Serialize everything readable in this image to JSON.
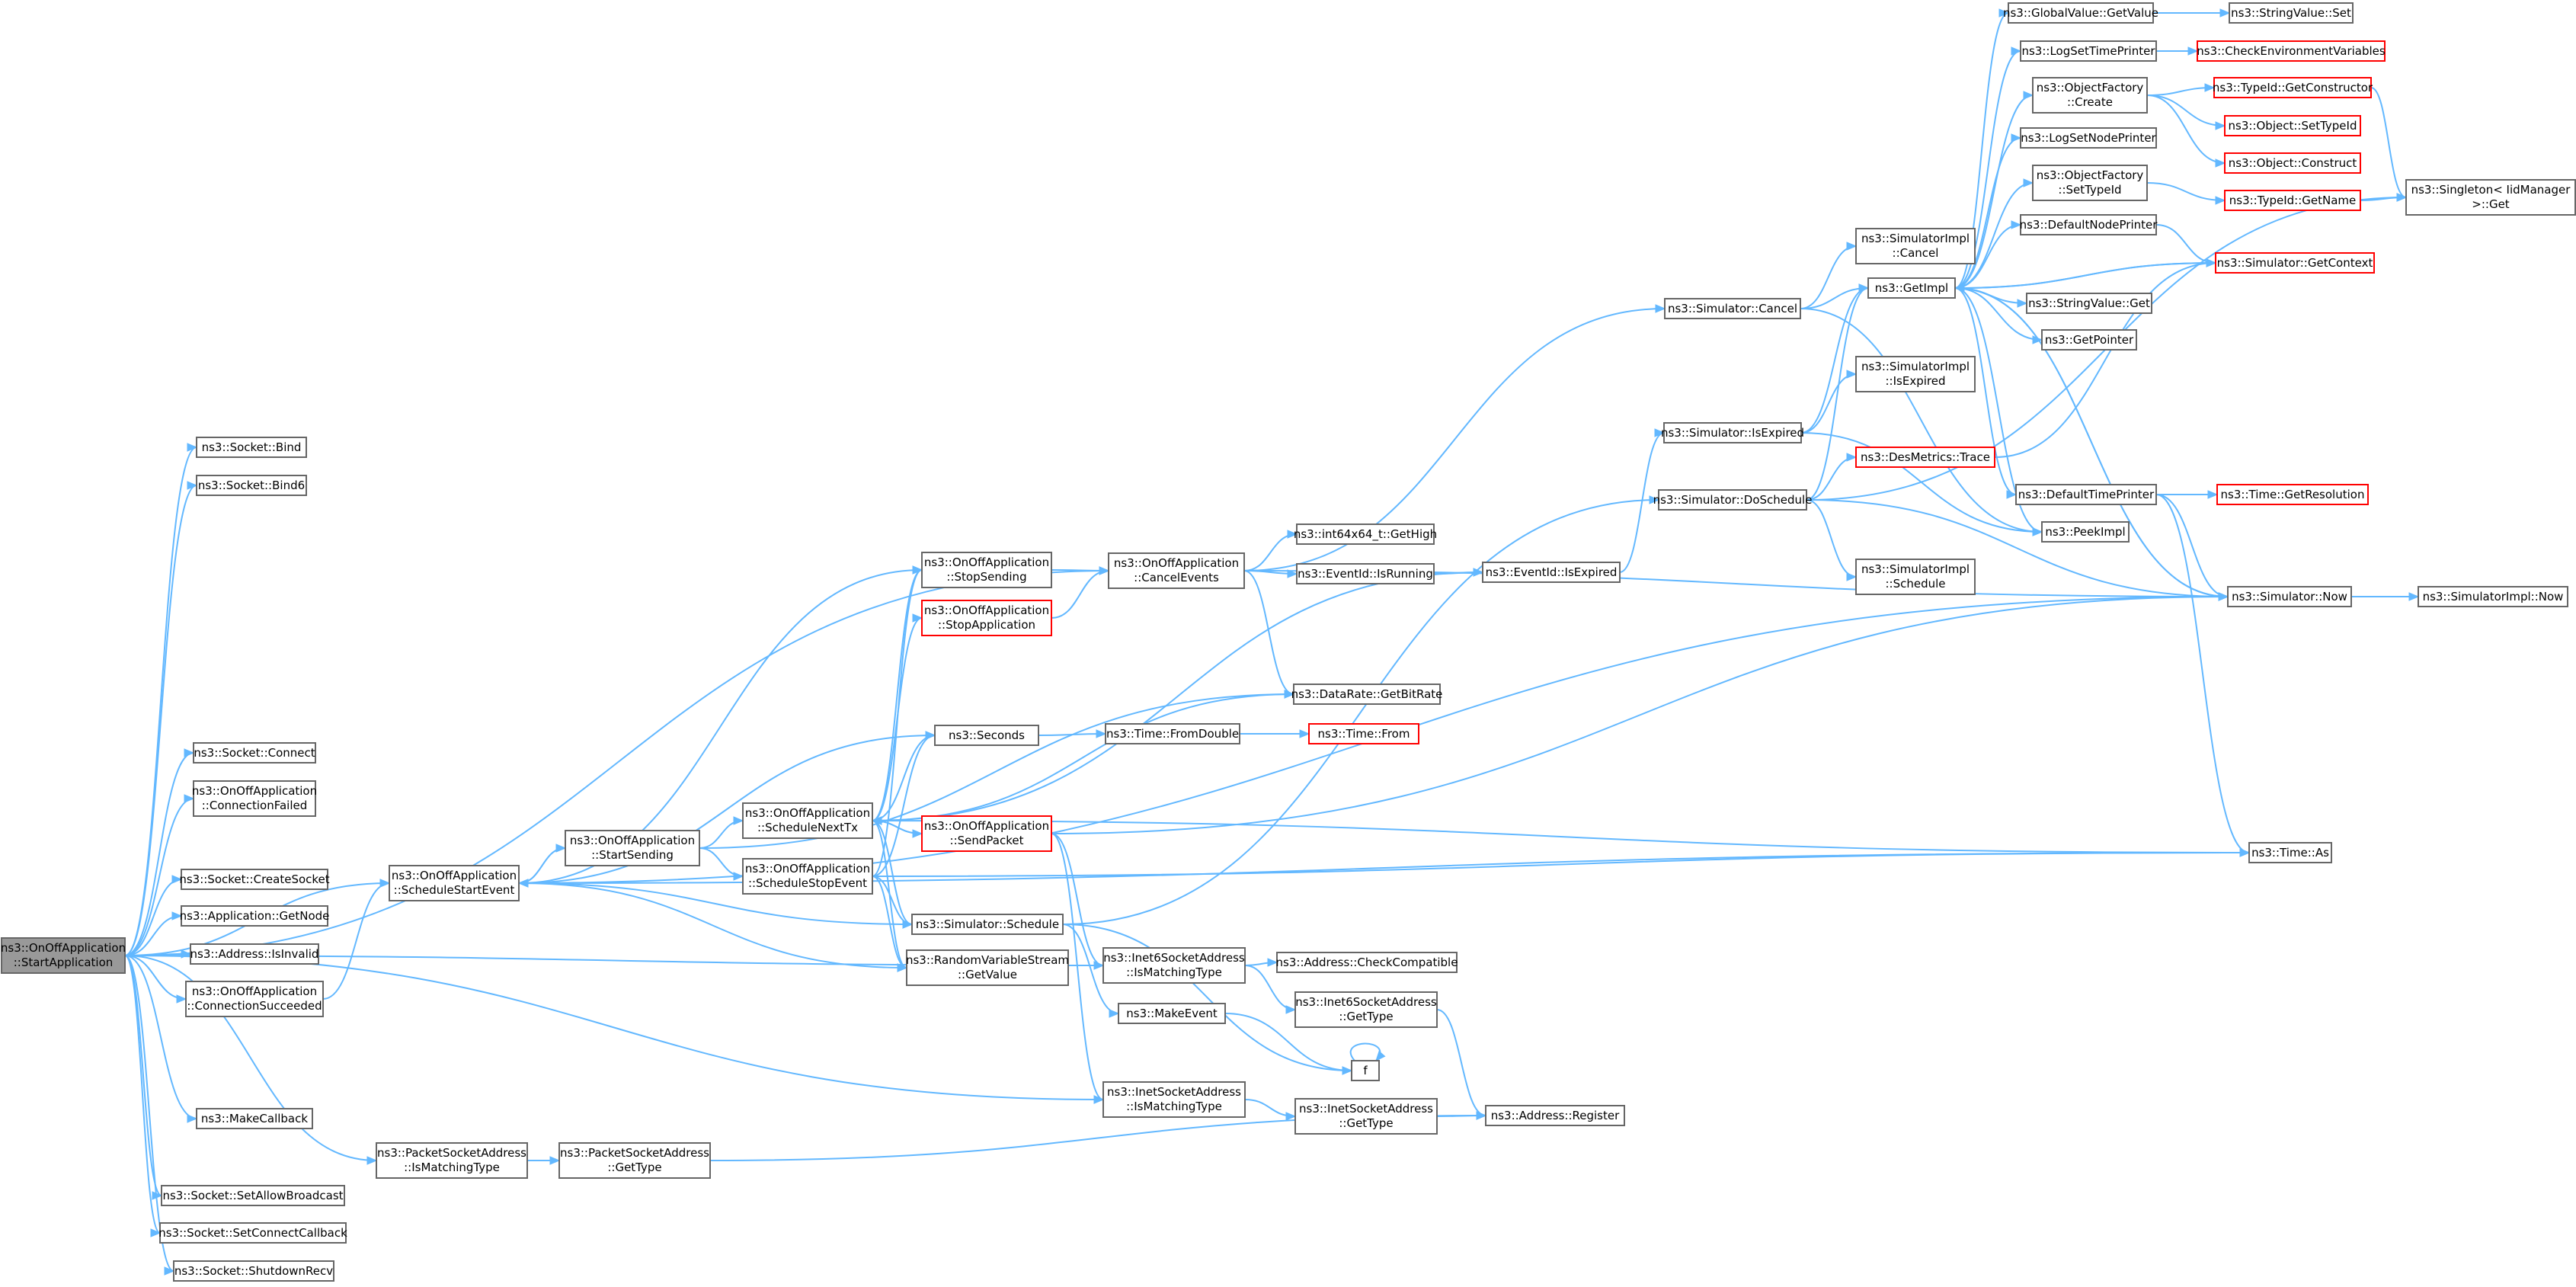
{
  "colors": {
    "edge": "#63b8ff",
    "root_fill": "#999999",
    "red_border": "#ff0000",
    "border": "#666666"
  },
  "nodes": [
    {
      "id": "start",
      "lines": [
        "ns3::OnOffApplication",
        "::StartApplication"
      ],
      "root": true
    },
    {
      "id": "bind",
      "lines": [
        "ns3::Socket::Bind"
      ]
    },
    {
      "id": "bind6",
      "lines": [
        "ns3::Socket::Bind6"
      ]
    },
    {
      "id": "connect",
      "lines": [
        "ns3::Socket::Connect"
      ]
    },
    {
      "id": "connfailed",
      "lines": [
        "ns3::OnOffApplication",
        "::ConnectionFailed"
      ]
    },
    {
      "id": "createsock",
      "lines": [
        "ns3::Socket::CreateSocket"
      ]
    },
    {
      "id": "getnode",
      "lines": [
        "ns3::Application::GetNode"
      ]
    },
    {
      "id": "isinvalid",
      "lines": [
        "ns3::Address::IsInvalid"
      ]
    },
    {
      "id": "connsucc",
      "lines": [
        "ns3::OnOffApplication",
        "::ConnectionSucceeded"
      ]
    },
    {
      "id": "makecb",
      "lines": [
        "ns3::MakeCallback"
      ]
    },
    {
      "id": "setbcast",
      "lines": [
        "ns3::Socket::SetAllowBroadcast"
      ]
    },
    {
      "id": "setconncb",
      "lines": [
        "ns3::Socket::SetConnectCallback"
      ]
    },
    {
      "id": "shutrecv",
      "lines": [
        "ns3::Socket::ShutdownRecv"
      ]
    },
    {
      "id": "schedstart",
      "lines": [
        "ns3::OnOffApplication",
        "::ScheduleStartEvent"
      ]
    },
    {
      "id": "pktmatch",
      "lines": [
        "ns3::PacketSocketAddress",
        "::IsMatchingType"
      ]
    },
    {
      "id": "pktgettype",
      "lines": [
        "ns3::PacketSocketAddress",
        "::GetType"
      ]
    },
    {
      "id": "startsend",
      "lines": [
        "ns3::OnOffApplication",
        "::StartSending"
      ]
    },
    {
      "id": "stopsend",
      "lines": [
        "ns3::OnOffApplication",
        "::StopSending"
      ]
    },
    {
      "id": "stopapp",
      "lines": [
        "ns3::OnOffApplication",
        "::StopApplication"
      ],
      "red": true
    },
    {
      "id": "seconds",
      "lines": [
        "ns3::Seconds"
      ]
    },
    {
      "id": "schednext",
      "lines": [
        "ns3::OnOffApplication",
        "::ScheduleNextTx"
      ]
    },
    {
      "id": "schedstop",
      "lines": [
        "ns3::OnOffApplication",
        "::ScheduleStopEvent"
      ]
    },
    {
      "id": "sendpkt",
      "lines": [
        "ns3::OnOffApplication",
        "::SendPacket"
      ],
      "red": true
    },
    {
      "id": "simsched",
      "lines": [
        "ns3::Simulator::Schedule"
      ]
    },
    {
      "id": "rvs",
      "lines": [
        "ns3::RandomVariableStream",
        "::GetValue"
      ]
    },
    {
      "id": "cancelev",
      "lines": [
        "ns3::OnOffApplication",
        "::CancelEvents"
      ]
    },
    {
      "id": "getbitrate",
      "lines": [
        "ns3::DataRate::GetBitRate"
      ]
    },
    {
      "id": "fromdouble",
      "lines": [
        "ns3::Time::FromDouble"
      ]
    },
    {
      "id": "timefrom",
      "lines": [
        "ns3::Time::From"
      ],
      "red": true
    },
    {
      "id": "gethigh",
      "lines": [
        "ns3::int64x64_t::GetHigh"
      ]
    },
    {
      "id": "isrunning",
      "lines": [
        "ns3::EventId::IsRunning"
      ]
    },
    {
      "id": "evexpired",
      "lines": [
        "ns3::EventId::IsExpired"
      ]
    },
    {
      "id": "i6match",
      "lines": [
        "ns3::Inet6SocketAddress",
        "::IsMatchingType"
      ]
    },
    {
      "id": "checkcompat",
      "lines": [
        "ns3::Address::CheckCompatible"
      ]
    },
    {
      "id": "i6gettype",
      "lines": [
        "ns3::Inet6SocketAddress",
        "::GetType"
      ]
    },
    {
      "id": "makeevent",
      "lines": [
        "ns3::MakeEvent"
      ]
    },
    {
      "id": "f",
      "lines": [
        "f"
      ]
    },
    {
      "id": "i4match",
      "lines": [
        "ns3::InetSocketAddress",
        "::IsMatchingType"
      ]
    },
    {
      "id": "i4gettype",
      "lines": [
        "ns3::InetSocketAddress",
        "::GetType"
      ]
    },
    {
      "id": "register",
      "lines": [
        "ns3::Address::Register"
      ]
    },
    {
      "id": "simcancel",
      "lines": [
        "ns3::Simulator::Cancel"
      ]
    },
    {
      "id": "simisexp",
      "lines": [
        "ns3::Simulator::IsExpired"
      ]
    },
    {
      "id": "dosched",
      "lines": [
        "ns3::Simulator::DoSchedule"
      ]
    },
    {
      "id": "simimplcancel",
      "lines": [
        "ns3::SimulatorImpl",
        "::Cancel"
      ]
    },
    {
      "id": "simimplisexp",
      "lines": [
        "ns3::SimulatorImpl",
        "::IsExpired"
      ]
    },
    {
      "id": "desmetrics",
      "lines": [
        "ns3::DesMetrics::Trace"
      ],
      "red": true
    },
    {
      "id": "simimplsched",
      "lines": [
        "ns3::SimulatorImpl",
        "::Schedule"
      ]
    },
    {
      "id": "getimpl",
      "lines": [
        "ns3::GetImpl"
      ]
    },
    {
      "id": "peekimpl",
      "lines": [
        "ns3::PeekImpl"
      ]
    },
    {
      "id": "gvget",
      "lines": [
        "ns3::GlobalValue::GetValue"
      ]
    },
    {
      "id": "svset",
      "lines": [
        "ns3::StringValue::Set"
      ]
    },
    {
      "id": "logsettime",
      "lines": [
        "ns3::LogSetTimePrinter"
      ]
    },
    {
      "id": "checkenv",
      "lines": [
        "ns3::CheckEnvironmentVariables"
      ],
      "red": true
    },
    {
      "id": "ofcreate",
      "lines": [
        "ns3::ObjectFactory",
        "::Create"
      ]
    },
    {
      "id": "getctor",
      "lines": [
        "ns3::TypeId::GetConstructor"
      ],
      "red": true
    },
    {
      "id": "objsettid",
      "lines": [
        "ns3::Object::SetTypeId"
      ],
      "red": true
    },
    {
      "id": "objconstruct",
      "lines": [
        "ns3::Object::Construct"
      ],
      "red": true
    },
    {
      "id": "logsetnode",
      "lines": [
        "ns3::LogSetNodePrinter"
      ]
    },
    {
      "id": "ofsettid",
      "lines": [
        "ns3::ObjectFactory",
        "::SetTypeId"
      ]
    },
    {
      "id": "tidgetname",
      "lines": [
        "ns3::TypeId::GetName"
      ],
      "red": true
    },
    {
      "id": "singleton",
      "lines": [
        "ns3::Singleton< IidManager",
        ">::Get"
      ]
    },
    {
      "id": "defnodeprinter",
      "lines": [
        "ns3::DefaultNodePrinter"
      ]
    },
    {
      "id": "getcontext",
      "lines": [
        "ns3::Simulator::GetContext"
      ],
      "red": true
    },
    {
      "id": "svget",
      "lines": [
        "ns3::StringValue::Get"
      ]
    },
    {
      "id": "getpointer",
      "lines": [
        "ns3::GetPointer"
      ]
    },
    {
      "id": "deftimeprinter",
      "lines": [
        "ns3::DefaultTimePrinter"
      ]
    },
    {
      "id": "getres",
      "lines": [
        "ns3::Time::GetResolution"
      ],
      "red": true
    },
    {
      "id": "simnow",
      "lines": [
        "ns3::Simulator::Now"
      ]
    },
    {
      "id": "simimplnow",
      "lines": [
        "ns3::SimulatorImpl::Now"
      ]
    },
    {
      "id": "timeas",
      "lines": [
        "ns3::Time::As"
      ]
    }
  ],
  "edges": [
    [
      "start",
      "bind"
    ],
    [
      "start",
      "bind6"
    ],
    [
      "start",
      "cancelev"
    ],
    [
      "start",
      "connect"
    ],
    [
      "start",
      "connfailed"
    ],
    [
      "start",
      "schedstart"
    ],
    [
      "start",
      "createsock"
    ],
    [
      "start",
      "getnode"
    ],
    [
      "start",
      "isinvalid"
    ],
    [
      "start",
      "connsucc"
    ],
    [
      "start",
      "i6match"
    ],
    [
      "start",
      "i4match"
    ],
    [
      "start",
      "makecb"
    ],
    [
      "start",
      "pktmatch"
    ],
    [
      "start",
      "setbcast"
    ],
    [
      "start",
      "setconncb"
    ],
    [
      "start",
      "shutrecv"
    ],
    [
      "connsucc",
      "schedstart"
    ],
    [
      "schedstart",
      "startsend"
    ],
    [
      "schedstart",
      "rvs"
    ],
    [
      "schedstart",
      "seconds"
    ],
    [
      "schedstart",
      "simsched"
    ],
    [
      "schedstart",
      "simnow"
    ],
    [
      "schedstart",
      "timeas"
    ],
    [
      "pktmatch",
      "pktgettype"
    ],
    [
      "pktgettype",
      "register"
    ],
    [
      "startsend",
      "schedstart"
    ],
    [
      "startsend",
      "schednext"
    ],
    [
      "startsend",
      "schedstop"
    ],
    [
      "startsend",
      "getbitrate"
    ],
    [
      "stopsend",
      "cancelev"
    ],
    [
      "stopsend",
      "schedstart"
    ],
    [
      "stopapp",
      "cancelev"
    ],
    [
      "schednext",
      "seconds"
    ],
    [
      "schednext",
      "stopsend"
    ],
    [
      "schednext",
      "stopapp"
    ],
    [
      "schednext",
      "sendpkt"
    ],
    [
      "schednext",
      "simsched"
    ],
    [
      "schednext",
      "rvs"
    ],
    [
      "schednext",
      "getbitrate"
    ],
    [
      "schednext",
      "evexpired"
    ],
    [
      "schedstop",
      "seconds"
    ],
    [
      "schedstop",
      "stopsend"
    ],
    [
      "schedstop",
      "simsched"
    ],
    [
      "schedstop",
      "rvs"
    ],
    [
      "schedstop",
      "timeas"
    ],
    [
      "sendpkt",
      "schednext"
    ],
    [
      "sendpkt",
      "i6match"
    ],
    [
      "sendpkt",
      "i4match"
    ],
    [
      "sendpkt",
      "simnow"
    ],
    [
      "seconds",
      "fromdouble"
    ],
    [
      "fromdouble",
      "timefrom"
    ],
    [
      "cancelev",
      "gethigh"
    ],
    [
      "cancelev",
      "isrunning"
    ],
    [
      "cancelev",
      "getbitrate"
    ],
    [
      "cancelev",
      "simcancel"
    ],
    [
      "cancelev",
      "simnow"
    ],
    [
      "isrunning",
      "evexpired"
    ],
    [
      "evexpired",
      "simisexp"
    ],
    [
      "simsched",
      "dosched"
    ],
    [
      "simsched",
      "makeevent"
    ],
    [
      "simsched",
      "f"
    ],
    [
      "makeevent",
      "f"
    ],
    [
      "f",
      "f"
    ],
    [
      "i6match",
      "checkcompat"
    ],
    [
      "i6match",
      "i6gettype"
    ],
    [
      "i6gettype",
      "register"
    ],
    [
      "i4match",
      "i4gettype"
    ],
    [
      "i4gettype",
      "register"
    ],
    [
      "simcancel",
      "simimplcancel"
    ],
    [
      "simcancel",
      "getimpl"
    ],
    [
      "simcancel",
      "peekimpl"
    ],
    [
      "simisexp",
      "simimplisexp"
    ],
    [
      "simisexp",
      "getimpl"
    ],
    [
      "simisexp",
      "peekimpl"
    ],
    [
      "dosched",
      "getimpl"
    ],
    [
      "dosched",
      "desmetrics"
    ],
    [
      "dosched",
      "simimplsched"
    ],
    [
      "dosched",
      "simnow"
    ],
    [
      "dosched",
      "singleton"
    ],
    [
      "desmetrics",
      "getcontext"
    ],
    [
      "getimpl",
      "gvget"
    ],
    [
      "getimpl",
      "logsettime"
    ],
    [
      "getimpl",
      "ofcreate"
    ],
    [
      "getimpl",
      "logsetnode"
    ],
    [
      "getimpl",
      "ofsettid"
    ],
    [
      "getimpl",
      "defnodeprinter"
    ],
    [
      "getimpl",
      "svget"
    ],
    [
      "getimpl",
      "getpointer"
    ],
    [
      "getimpl",
      "deftimeprinter"
    ],
    [
      "getimpl",
      "getcontext"
    ],
    [
      "getimpl",
      "simnow"
    ],
    [
      "getimpl",
      "peekimpl"
    ],
    [
      "gvget",
      "svset"
    ],
    [
      "logsettime",
      "checkenv"
    ],
    [
      "ofcreate",
      "getctor"
    ],
    [
      "ofcreate",
      "objsettid"
    ],
    [
      "ofcreate",
      "objconstruct"
    ],
    [
      "ofsettid",
      "tidgetname"
    ],
    [
      "tidgetname",
      "singleton"
    ],
    [
      "getctor",
      "singleton"
    ],
    [
      "defnodeprinter",
      "getcontext"
    ],
    [
      "getcontext",
      "getimpl"
    ],
    [
      "deftimeprinter",
      "getres"
    ],
    [
      "deftimeprinter",
      "simnow"
    ],
    [
      "deftimeprinter",
      "timeas"
    ],
    [
      "simnow",
      "getimpl"
    ],
    [
      "simnow",
      "simimplnow"
    ],
    [
      "timeas",
      "schednext"
    ]
  ]
}
